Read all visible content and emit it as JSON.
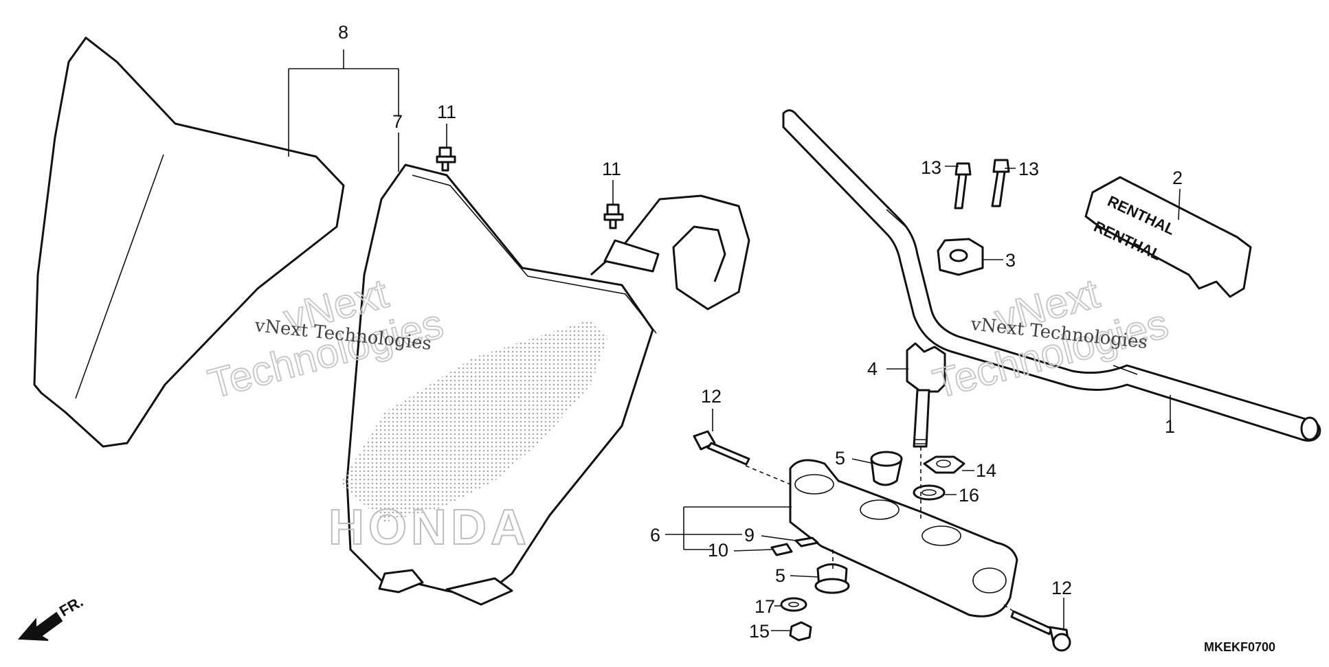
{
  "diagram": {
    "code": "MKEKF0700",
    "front_marker": "FR.",
    "brand_text": "HONDA",
    "pad_brand": "RENTHAL",
    "watermark": {
      "line": "vNext Technologies",
      "top": "vNext",
      "bottom": "Technologies"
    },
    "callouts": {
      "c1": "1",
      "c2": "2",
      "c3": "3",
      "c4": "4",
      "c5a": "5",
      "c5b": "5",
      "c6": "6",
      "c7": "7",
      "c8": "8",
      "c9": "9",
      "c10": "10",
      "c11a": "11",
      "c11b": "11",
      "c12a": "12",
      "c12b": "12",
      "c13a": "13",
      "c13b": "13",
      "c14": "14",
      "c15": "15",
      "c16": "16",
      "c17": "17"
    }
  }
}
